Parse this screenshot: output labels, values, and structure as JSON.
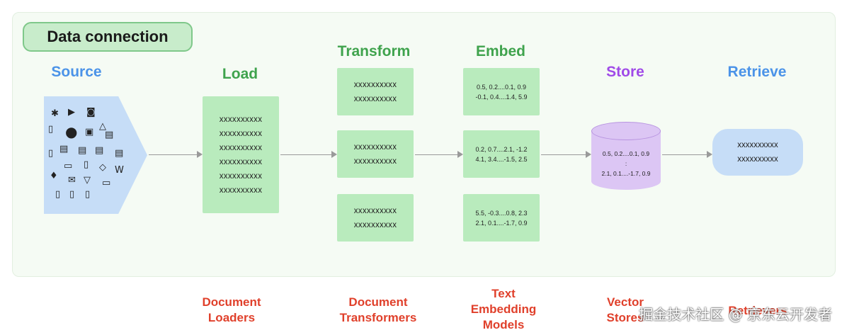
{
  "title": "Data connection",
  "stages": {
    "source": "Source",
    "load": "Load",
    "transform": "Transform",
    "embed": "Embed",
    "store": "Store",
    "retrieve": "Retrieve"
  },
  "load_box": [
    "xxxxxxxxxx",
    "xxxxxxxxxx",
    "xxxxxxxxxx",
    "xxxxxxxxxx",
    "xxxxxxxxxx",
    "xxxxxxxxxx"
  ],
  "transform_boxes": [
    [
      "xxxxxxxxxx",
      "xxxxxxxxxx"
    ],
    [
      "xxxxxxxxxx",
      "xxxxxxxxxx"
    ],
    [
      "xxxxxxxxxx",
      "xxxxxxxxxx"
    ]
  ],
  "embed_boxes": [
    [
      "0.5, 0.2....0.1, 0.9",
      "-0.1, 0.4....1.4, 5.9"
    ],
    [
      "0.2, 0.7....2.1, -1.2",
      "4.1, 3.4....-1.5, 2.5"
    ],
    [
      "5.5, -0.3....0.8, 2.3",
      "2.1, 0.1....-1.7, 0.9"
    ]
  ],
  "store_box": [
    "0.5, 0.2....0.1, 0.9",
    ":",
    "2.1, 0.1....-1.7, 0.9"
  ],
  "retrieve_box": [
    "xxxxxxxxxx",
    "xxxxxxxxxx"
  ],
  "source_icons": [
    {
      "name": "slack-icon",
      "glyph": "✱"
    },
    {
      "name": "youtube-icon",
      "glyph": "▶"
    },
    {
      "name": "discord-icon",
      "glyph": "◙"
    },
    {
      "name": "drive-icon",
      "glyph": "△"
    },
    {
      "name": "file-icon",
      "glyph": "▯"
    },
    {
      "name": "github-icon",
      "glyph": "●"
    },
    {
      "name": "image-icon",
      "glyph": "▣"
    },
    {
      "name": "csv-icon",
      "glyph": "▤"
    },
    {
      "name": "doc-icon",
      "glyph": "▯"
    },
    {
      "name": "eml-icon",
      "glyph": "▤"
    },
    {
      "name": "doc-icon",
      "glyph": "▤"
    },
    {
      "name": "txt-icon",
      "glyph": "▤"
    },
    {
      "name": "ppt-icon",
      "glyph": "▤"
    },
    {
      "name": "markdown-icon",
      "glyph": "▭"
    },
    {
      "name": "code-icon",
      "glyph": "▯"
    },
    {
      "name": "html-icon",
      "glyph": "◇"
    },
    {
      "name": "wikipedia-icon",
      "glyph": "W"
    },
    {
      "name": "twitter-icon",
      "glyph": "♦"
    },
    {
      "name": "mail-icon",
      "glyph": "✉"
    },
    {
      "name": "css-icon",
      "glyph": "▽"
    },
    {
      "name": "folder-icon",
      "glyph": "▭"
    },
    {
      "name": "file-icon",
      "glyph": "▯"
    },
    {
      "name": "file-icon",
      "glyph": "▯"
    },
    {
      "name": "file-icon",
      "glyph": "▯"
    }
  ],
  "footer_labels": {
    "loaders": [
      "Document",
      "Loaders"
    ],
    "transformers": [
      "Document",
      "Transformers"
    ],
    "embedding": [
      "Text",
      "Embedding",
      "Models"
    ],
    "vector": [
      "Vector",
      "Stores"
    ],
    "retrievers": [
      "Retrievers"
    ]
  },
  "watermark": "掘金技术社区 @ 京东云开发者",
  "colors": {
    "source_blue": "#4b93e8",
    "stage_green": "#3fa34d",
    "store_purple": "#a04ae8",
    "footer_red": "#e0402b",
    "box_green": "#b9ebbd"
  }
}
